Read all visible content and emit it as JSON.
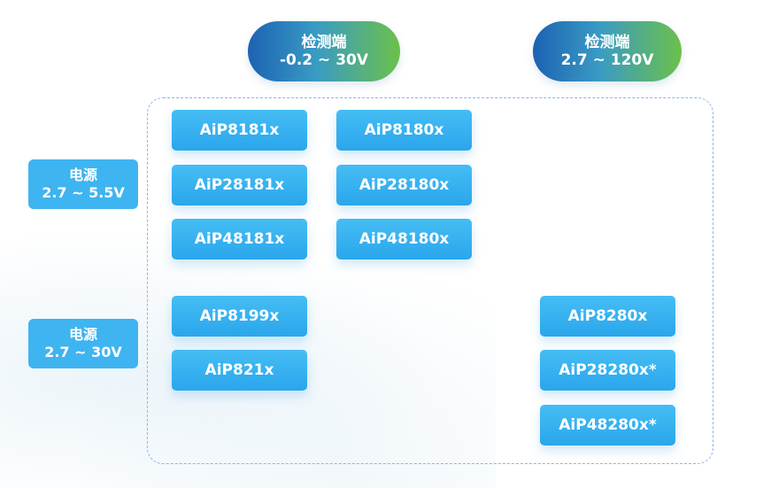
{
  "detect_ranges": [
    {
      "label": "检测端",
      "range": "-0.2 ~ 30V"
    },
    {
      "label": "检测端",
      "range": "2.7 ~ 120V"
    }
  ],
  "power_ranges": [
    {
      "label": "电源",
      "range": "2.7 ~ 5.5V"
    },
    {
      "label": "电源",
      "range": "2.7 ~ 30V"
    }
  ],
  "chips": {
    "group_low_voltage": {
      "detect_0_30": [
        "AiP8181x",
        "AiP28181x",
        "AiP48181x"
      ],
      "detect_0_30_b": [
        "AiP8180x",
        "AiP28180x",
        "AiP48180x"
      ]
    },
    "group_high_voltage": {
      "detect_0_30": [
        "AiP8199x",
        "AiP821x"
      ],
      "detect_2_7_120": [
        "AiP8280x",
        "AiP28280x*",
        "AiP48280x*"
      ]
    }
  },
  "colors": {
    "chip_blue": "#3eb4f0",
    "pill_start": "#1c62b3",
    "pill_end": "#6cc04a",
    "frame_dash": "#8fb3e8"
  }
}
